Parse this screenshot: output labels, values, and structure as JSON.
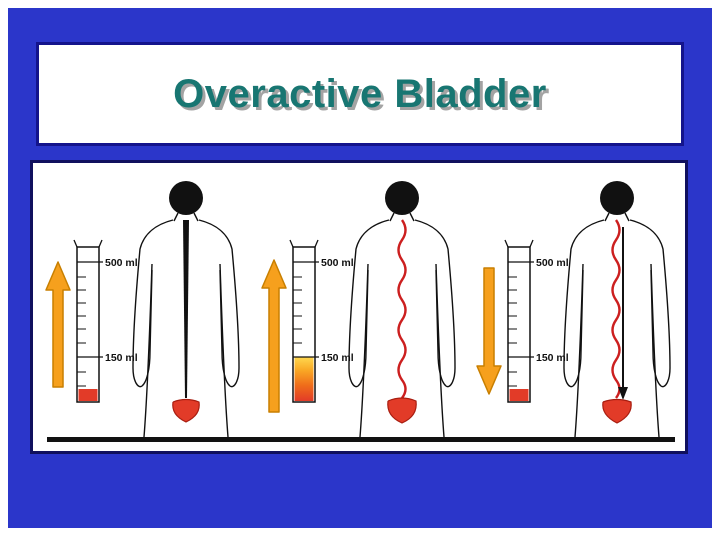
{
  "slide": {
    "title": "Overactive Bladder"
  },
  "colors": {
    "background": "#2b36ca",
    "title_text": "#187672",
    "box_border": "#14148c",
    "arrow": "#f6a01d",
    "fluid": "#e23b28",
    "signal_wavy": "#cc1f1f"
  },
  "diagram": {
    "figures": [
      {
        "id": "bladder-filling-low-volume",
        "label_500": "500 ml",
        "label_150": "150 ml",
        "arrow_direction": "up",
        "fill_level": "minimal",
        "signal": "straight"
      },
      {
        "id": "bladder-urgency-at-150ml",
        "label_500": "500 ml",
        "label_150": "150 ml",
        "arrow_direction": "up",
        "fill_level": "150 ml",
        "signal": "wavy"
      },
      {
        "id": "bladder-involuntary-void",
        "label_500": "500 ml",
        "label_150": "150 ml",
        "arrow_direction": "down",
        "fill_level": "minimal",
        "signal": "wavy-with-void-arrow"
      }
    ]
  }
}
